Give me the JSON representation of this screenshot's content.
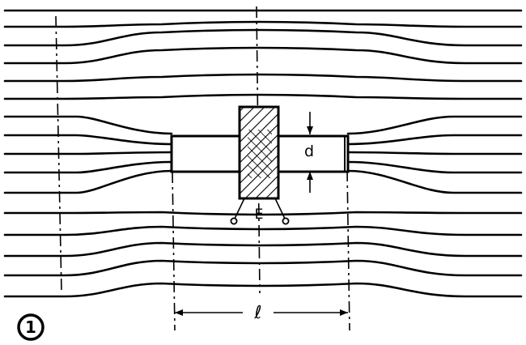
{
  "figure": {
    "number_label": "1",
    "electrode_label": "E",
    "thickness_label": "d",
    "length_label": "ℓ"
  },
  "colors": {
    "ink": "#000000",
    "paper": "#ffffff"
  }
}
